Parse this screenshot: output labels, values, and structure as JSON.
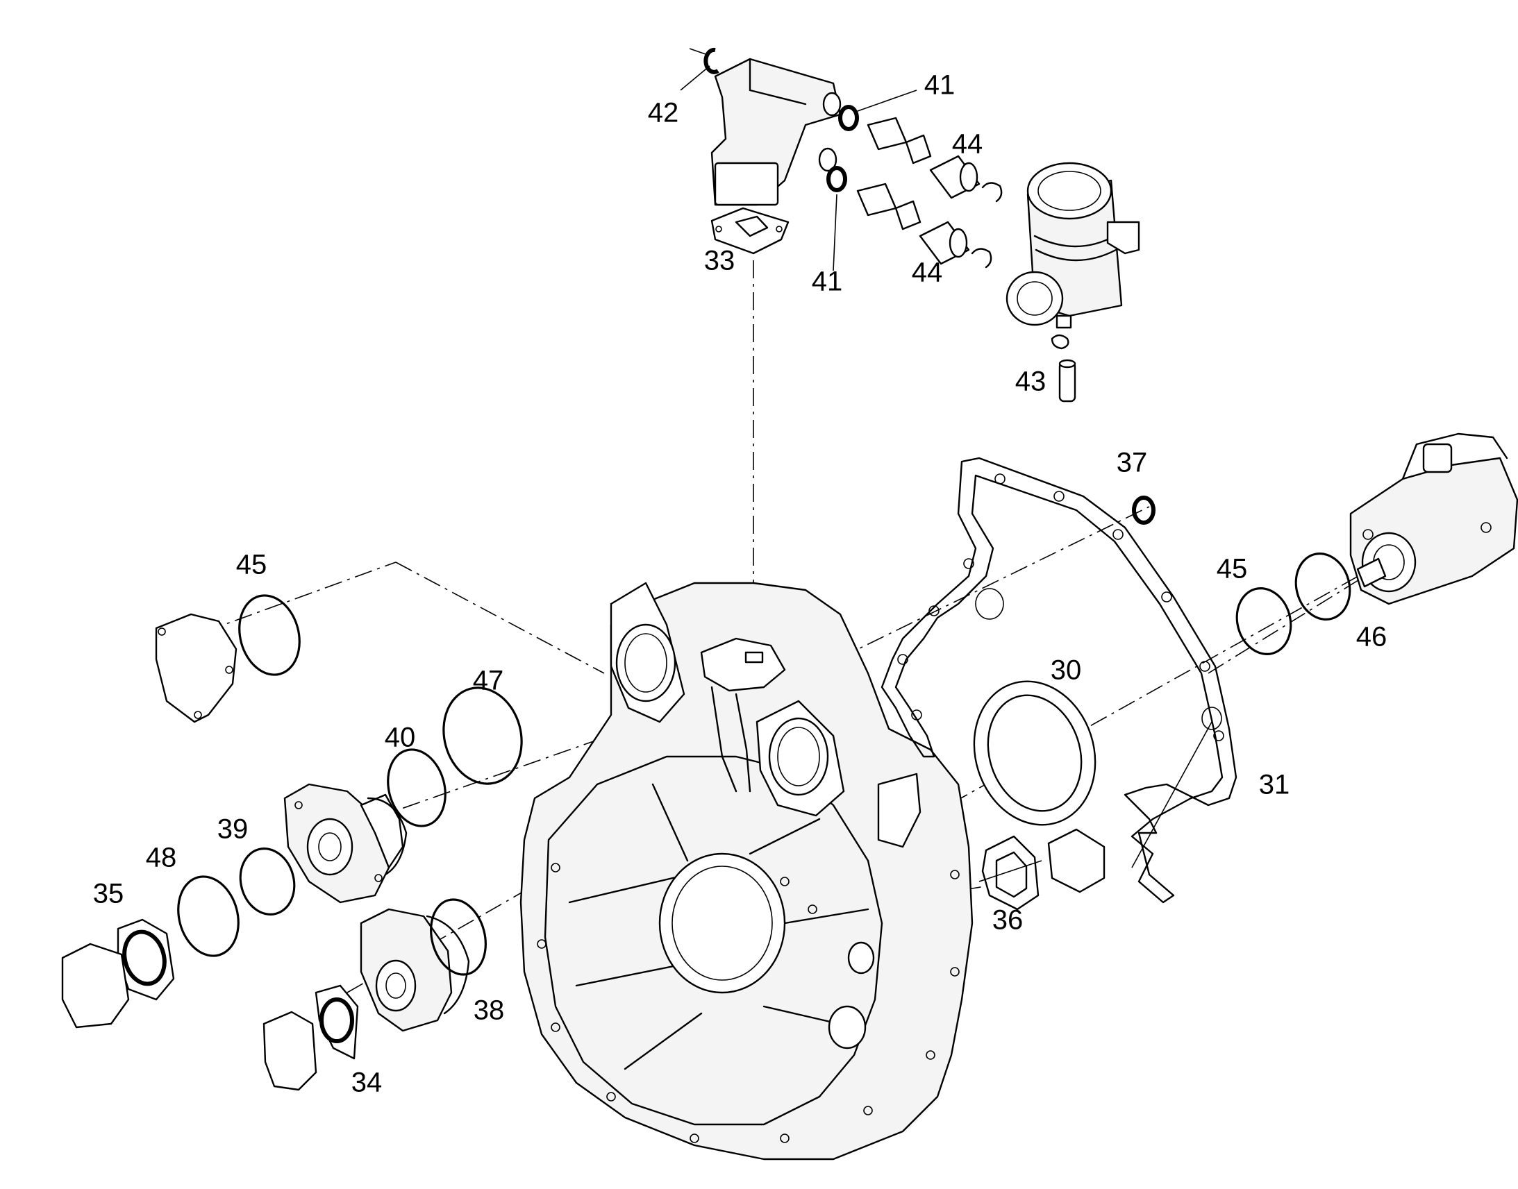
{
  "callouts": [
    {
      "id": "c42",
      "text": "42"
    },
    {
      "id": "c41a",
      "text": "41"
    },
    {
      "id": "c44a",
      "text": "44"
    },
    {
      "id": "c33",
      "text": "33"
    },
    {
      "id": "c41b",
      "text": "41"
    },
    {
      "id": "c44b",
      "text": "44"
    },
    {
      "id": "c43",
      "text": "43"
    },
    {
      "id": "c37",
      "text": "37"
    },
    {
      "id": "c45a",
      "text": "45"
    },
    {
      "id": "c45b",
      "text": "45"
    },
    {
      "id": "c46",
      "text": "46"
    },
    {
      "id": "c47",
      "text": "47"
    },
    {
      "id": "c30",
      "text": "30"
    },
    {
      "id": "c40",
      "text": "40"
    },
    {
      "id": "c31",
      "text": "31"
    },
    {
      "id": "c39",
      "text": "39"
    },
    {
      "id": "c48",
      "text": "48"
    },
    {
      "id": "c35",
      "text": "35"
    },
    {
      "id": "c36",
      "text": "36"
    },
    {
      "id": "c38",
      "text": "38"
    },
    {
      "id": "c34",
      "text": "34"
    }
  ]
}
